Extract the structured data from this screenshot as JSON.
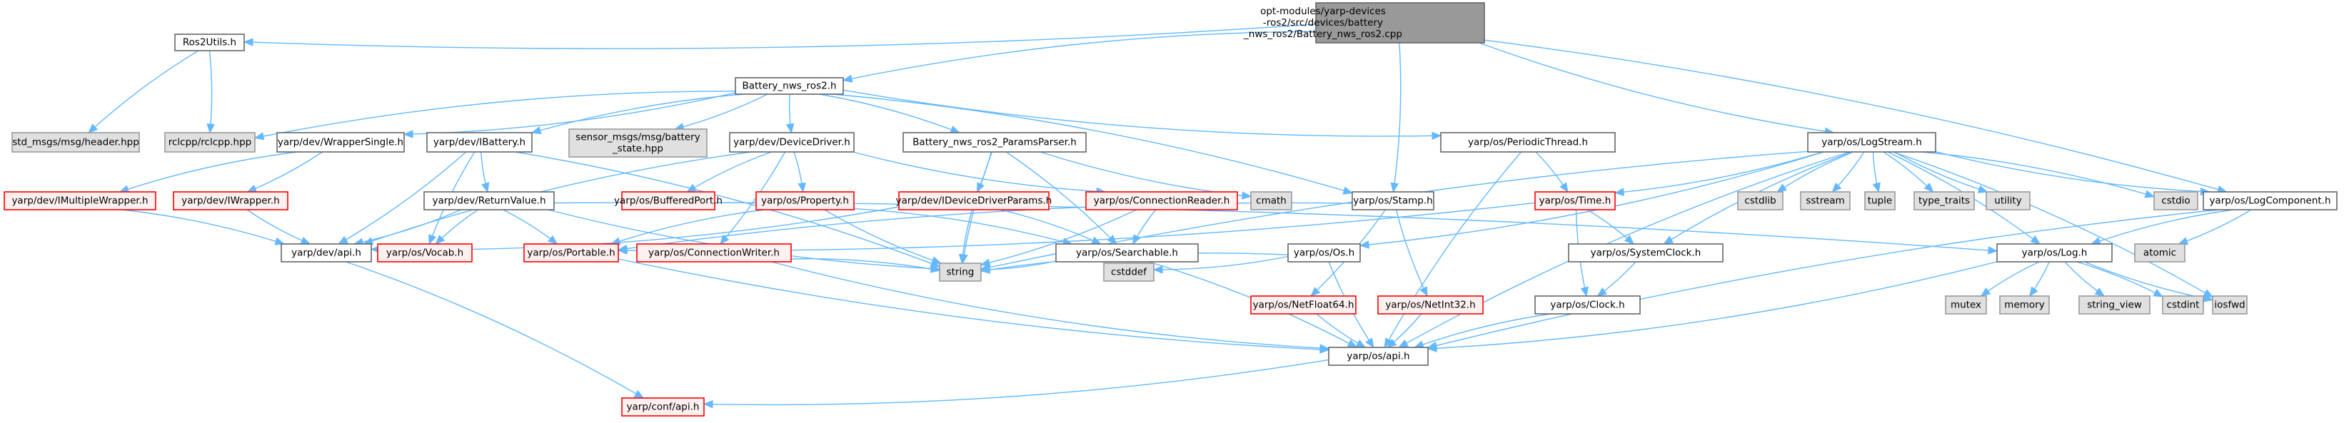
{
  "graph": {
    "title": "Include dependency graph for Battery_nws_ros2.cpp",
    "colors": {
      "edge": "#63b8ff",
      "root_fill": "#999999",
      "normal_fill": "#ffffff",
      "system_fill": "#e0e0e0",
      "incomplete_fill": "#fff0f0",
      "incomplete_border": "#ff0000"
    },
    "nodes": [
      {
        "id": "root",
        "kind": "root",
        "lines": [
          "opt-modules/yarp-devices",
          "-ros2/src/devices/battery",
          "_nws_ros2/Battery_nws_ros2.cpp"
        ]
      },
      {
        "id": "ros2utils",
        "kind": "normal",
        "lines": [
          "Ros2Utils.h"
        ]
      },
      {
        "id": "battery_h",
        "kind": "normal",
        "lines": [
          "Battery_nws_ros2.h"
        ]
      },
      {
        "id": "std_msgs",
        "kind": "system",
        "lines": [
          "std_msgs/msg/header.hpp"
        ]
      },
      {
        "id": "rclcpp",
        "kind": "system",
        "lines": [
          "rclcpp/rclcpp.hpp"
        ]
      },
      {
        "id": "wrappersingle",
        "kind": "normal",
        "lines": [
          "yarp/dev/WrapperSingle.h"
        ]
      },
      {
        "id": "ibattery",
        "kind": "normal",
        "lines": [
          "yarp/dev/IBattery.h"
        ]
      },
      {
        "id": "sensor_msgs",
        "kind": "system",
        "lines": [
          "sensor_msgs/msg/battery",
          "_state.hpp"
        ]
      },
      {
        "id": "devicedriver",
        "kind": "normal",
        "lines": [
          "yarp/dev/DeviceDriver.h"
        ]
      },
      {
        "id": "paramsparser",
        "kind": "normal",
        "lines": [
          "Battery_nws_ros2_ParamsParser.h"
        ]
      },
      {
        "id": "periodicthread",
        "kind": "normal",
        "lines": [
          "yarp/os/PeriodicThread.h"
        ]
      },
      {
        "id": "logstream",
        "kind": "normal",
        "lines": [
          "yarp/os/LogStream.h"
        ]
      },
      {
        "id": "imultiplewrapper",
        "kind": "incomplete",
        "lines": [
          "yarp/dev/IMultipleWrapper.h"
        ]
      },
      {
        "id": "iwrapper",
        "kind": "incomplete",
        "lines": [
          "yarp/dev/IWrapper.h"
        ]
      },
      {
        "id": "returnvalue",
        "kind": "normal",
        "lines": [
          "yarp/dev/ReturnValue.h"
        ]
      },
      {
        "id": "bufferedport",
        "kind": "incomplete",
        "lines": [
          "yarp/os/BufferedPort.h"
        ]
      },
      {
        "id": "property",
        "kind": "incomplete",
        "lines": [
          "yarp/os/Property.h"
        ]
      },
      {
        "id": "idevicedriverparams",
        "kind": "incomplete",
        "lines": [
          "yarp/dev/IDeviceDriverParams.h"
        ]
      },
      {
        "id": "connectionreader",
        "kind": "incomplete",
        "lines": [
          "yarp/os/ConnectionReader.h"
        ]
      },
      {
        "id": "cmath",
        "kind": "system",
        "lines": [
          "cmath"
        ]
      },
      {
        "id": "stamp",
        "kind": "normal",
        "lines": [
          "yarp/os/Stamp.h"
        ]
      },
      {
        "id": "time",
        "kind": "incomplete",
        "lines": [
          "yarp/os/Time.h"
        ]
      },
      {
        "id": "cstdlib",
        "kind": "system",
        "lines": [
          "cstdlib"
        ]
      },
      {
        "id": "sstream",
        "kind": "system",
        "lines": [
          "sstream"
        ]
      },
      {
        "id": "tuple",
        "kind": "system",
        "lines": [
          "tuple"
        ]
      },
      {
        "id": "type_traits",
        "kind": "system",
        "lines": [
          "type_traits"
        ]
      },
      {
        "id": "utility",
        "kind": "system",
        "lines": [
          "utility"
        ]
      },
      {
        "id": "cstdio",
        "kind": "system",
        "lines": [
          "cstdio"
        ]
      },
      {
        "id": "logcomponent",
        "kind": "normal",
        "lines": [
          "yarp/os/LogComponent.h"
        ]
      },
      {
        "id": "dev_api",
        "kind": "normal",
        "lines": [
          "yarp/dev/api.h"
        ]
      },
      {
        "id": "vocab",
        "kind": "incomplete",
        "lines": [
          "yarp/os/Vocab.h"
        ]
      },
      {
        "id": "portable",
        "kind": "incomplete",
        "lines": [
          "yarp/os/Portable.h"
        ]
      },
      {
        "id": "connectionwriter",
        "kind": "incomplete",
        "lines": [
          "yarp/os/ConnectionWriter.h"
        ]
      },
      {
        "id": "searchable",
        "kind": "normal",
        "lines": [
          "yarp/os/Searchable.h"
        ]
      },
      {
        "id": "os_h",
        "kind": "normal",
        "lines": [
          "yarp/os/Os.h"
        ]
      },
      {
        "id": "systemclock",
        "kind": "normal",
        "lines": [
          "yarp/os/SystemClock.h"
        ]
      },
      {
        "id": "log",
        "kind": "normal",
        "lines": [
          "yarp/os/Log.h"
        ]
      },
      {
        "id": "atomic",
        "kind": "system",
        "lines": [
          "atomic"
        ]
      },
      {
        "id": "string",
        "kind": "system",
        "lines": [
          "string"
        ]
      },
      {
        "id": "cstddef",
        "kind": "system",
        "lines": [
          "cstddef"
        ]
      },
      {
        "id": "netfloat64",
        "kind": "incomplete",
        "lines": [
          "yarp/os/NetFloat64.h"
        ]
      },
      {
        "id": "netint32",
        "kind": "incomplete",
        "lines": [
          "yarp/os/NetInt32.h"
        ]
      },
      {
        "id": "clock",
        "kind": "normal",
        "lines": [
          "yarp/os/Clock.h"
        ]
      },
      {
        "id": "mutex",
        "kind": "system",
        "lines": [
          "mutex"
        ]
      },
      {
        "id": "memory",
        "kind": "system",
        "lines": [
          "memory"
        ]
      },
      {
        "id": "string_view",
        "kind": "system",
        "lines": [
          "string_view"
        ]
      },
      {
        "id": "cstdint",
        "kind": "system",
        "lines": [
          "cstdint"
        ]
      },
      {
        "id": "iosfwd",
        "kind": "system",
        "lines": [
          "iosfwd"
        ]
      },
      {
        "id": "os_api",
        "kind": "normal",
        "lines": [
          "yarp/os/api.h"
        ]
      },
      {
        "id": "conf_api",
        "kind": "incomplete",
        "lines": [
          "yarp/conf/api.h"
        ]
      }
    ],
    "edges": [
      [
        "root",
        "ros2utils"
      ],
      [
        "root",
        "battery_h"
      ],
      [
        "root",
        "stamp"
      ],
      [
        "root",
        "logstream"
      ],
      [
        "root",
        "logcomponent"
      ],
      [
        "ros2utils",
        "std_msgs"
      ],
      [
        "ros2utils",
        "rclcpp"
      ],
      [
        "battery_h",
        "rclcpp"
      ],
      [
        "battery_h",
        "wrappersingle"
      ],
      [
        "battery_h",
        "ibattery"
      ],
      [
        "battery_h",
        "sensor_msgs"
      ],
      [
        "battery_h",
        "devicedriver"
      ],
      [
        "battery_h",
        "paramsparser"
      ],
      [
        "battery_h",
        "periodicthread"
      ],
      [
        "battery_h",
        "stamp"
      ],
      [
        "wrappersingle",
        "imultiplewrapper"
      ],
      [
        "wrappersingle",
        "iwrapper"
      ],
      [
        "ibattery",
        "returnvalue"
      ],
      [
        "ibattery",
        "dev_api"
      ],
      [
        "ibattery",
        "vocab"
      ],
      [
        "ibattery",
        "string"
      ],
      [
        "devicedriver",
        "bufferedport"
      ],
      [
        "devicedriver",
        "property"
      ],
      [
        "devicedriver",
        "connectionreader"
      ],
      [
        "devicedriver",
        "connectionwriter"
      ],
      [
        "devicedriver",
        "dev_api"
      ],
      [
        "paramsparser",
        "idevicedriverparams"
      ],
      [
        "paramsparser",
        "cmath"
      ],
      [
        "paramsparser",
        "searchable"
      ],
      [
        "paramsparser",
        "string"
      ],
      [
        "periodicthread",
        "time"
      ],
      [
        "periodicthread",
        "os_api"
      ],
      [
        "logstream",
        "time"
      ],
      [
        "logstream",
        "cstdlib"
      ],
      [
        "logstream",
        "sstream"
      ],
      [
        "logstream",
        "tuple"
      ],
      [
        "logstream",
        "type_traits"
      ],
      [
        "logstream",
        "utility"
      ],
      [
        "logstream",
        "cstdio"
      ],
      [
        "logstream",
        "logcomponent"
      ],
      [
        "logstream",
        "log"
      ],
      [
        "logstream",
        "systemclock"
      ],
      [
        "logstream",
        "os_h"
      ],
      [
        "logstream",
        "string"
      ],
      [
        "logstream",
        "iosfwd"
      ],
      [
        "logstream",
        "os_api"
      ],
      [
        "imultiplewrapper",
        "dev_api"
      ],
      [
        "iwrapper",
        "dev_api"
      ],
      [
        "returnvalue",
        "dev_api"
      ],
      [
        "returnvalue",
        "vocab"
      ],
      [
        "returnvalue",
        "portable"
      ],
      [
        "returnvalue",
        "string"
      ],
      [
        "returnvalue",
        "log"
      ],
      [
        "property",
        "portable"
      ],
      [
        "property",
        "searchable"
      ],
      [
        "property",
        "string"
      ],
      [
        "idevicedriverparams",
        "searchable"
      ],
      [
        "idevicedriverparams",
        "string"
      ],
      [
        "idevicedriverparams",
        "dev_api"
      ],
      [
        "connectionreader",
        "searchable"
      ],
      [
        "connectionreader",
        "string"
      ],
      [
        "stamp",
        "portable"
      ],
      [
        "stamp",
        "netfloat64"
      ],
      [
        "stamp",
        "netint32"
      ],
      [
        "time",
        "systemclock"
      ],
      [
        "time",
        "clock"
      ],
      [
        "time",
        "portable"
      ],
      [
        "logcomponent",
        "log"
      ],
      [
        "logcomponent",
        "atomic"
      ],
      [
        "logcomponent",
        "os_api"
      ],
      [
        "dev_api",
        "conf_api"
      ],
      [
        "portable",
        "os_api"
      ],
      [
        "connectionwriter",
        "string"
      ],
      [
        "connectionwriter",
        "os_api"
      ],
      [
        "searchable",
        "string"
      ],
      [
        "searchable",
        "cstddef"
      ],
      [
        "searchable",
        "os_api"
      ],
      [
        "os_h",
        "string"
      ],
      [
        "os_h",
        "cstddef"
      ],
      [
        "os_h",
        "os_api"
      ],
      [
        "systemclock",
        "clock"
      ],
      [
        "log",
        "mutex"
      ],
      [
        "log",
        "memory"
      ],
      [
        "log",
        "string_view"
      ],
      [
        "log",
        "cstdint"
      ],
      [
        "log",
        "iosfwd"
      ],
      [
        "log",
        "os_api"
      ],
      [
        "netfloat64",
        "os_api"
      ],
      [
        "netint32",
        "os_api"
      ],
      [
        "clock",
        "os_api"
      ],
      [
        "os_api",
        "conf_api"
      ]
    ]
  }
}
